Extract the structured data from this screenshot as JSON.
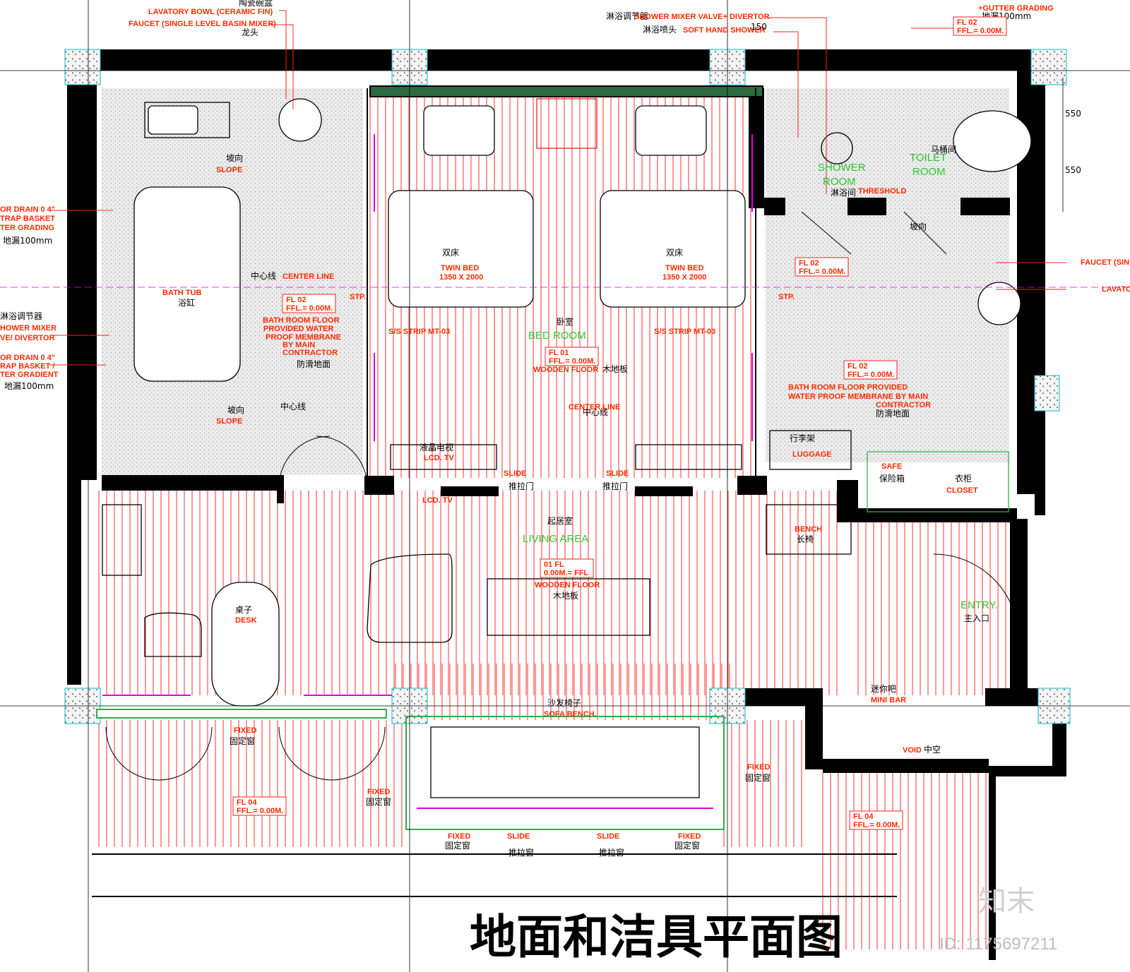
{
  "title": "地面和洁具平面图",
  "watermark": {
    "brand": "知末",
    "id": "ID: 1175697211"
  },
  "colors": {
    "wall": "#000000",
    "floor_line": "#ff2020",
    "label_red": "#ff2a00",
    "room_green": "#31c631",
    "curtain": "#e000e0",
    "tile": "#d9d9d9"
  },
  "labels_top": [
    {
      "id": "l1",
      "text": "陶瓷碗盆",
      "c": "blk"
    },
    {
      "id": "l2",
      "text": "LAVATORY BOWL (CERAMIC FIN)",
      "c": "red"
    },
    {
      "id": "l3",
      "text": "FAUCET (SINGLE LEVEL BASIN MIXER)",
      "c": "red"
    },
    {
      "id": "l4",
      "text": "龙头",
      "c": "blk"
    },
    {
      "id": "l5",
      "text": "淋浴调节器",
      "c": "blk"
    },
    {
      "id": "l6",
      "text": "SHOWER MIXER VALVE+ DIVERTOR",
      "c": "red"
    },
    {
      "id": "l7",
      "text": "淋浴喷头",
      "c": "blk"
    },
    {
      "id": "l8",
      "text": "SOFT HAND SHOWER",
      "c": "red"
    },
    {
      "id": "l9",
      "text": "150",
      "c": "blk"
    },
    {
      "id": "l10",
      "text": "地漏100mm",
      "c": "blk"
    },
    {
      "id": "l11",
      "text": "+GUTTER GRADING",
      "c": "red"
    }
  ],
  "labels_left": [
    {
      "id": "ll1",
      "text": "OR DRAIN 0 4\"",
      "c": "red"
    },
    {
      "id": "ll2",
      "text": "TRAP BASKET",
      "c": "red"
    },
    {
      "id": "ll3",
      "text": "TER GRADING",
      "c": "red"
    },
    {
      "id": "ll4",
      "text": "地漏100mm",
      "c": "blk"
    },
    {
      "id": "ll5",
      "text": "淋浴调节器",
      "c": "blk"
    },
    {
      "id": "ll6",
      "text": "HOWER MIXER",
      "c": "red"
    },
    {
      "id": "ll7",
      "text": "VE/ DIVERTOR",
      "c": "red"
    },
    {
      "id": "ll8",
      "text": "OR DRAIN 0 4\"",
      "c": "red"
    },
    {
      "id": "ll9",
      "text": "RAP BASKET /",
      "c": "red"
    },
    {
      "id": "ll10",
      "text": "TER GRADIENT",
      "c": "red"
    },
    {
      "id": "ll11",
      "text": "地漏100mm",
      "c": "blk"
    }
  ],
  "labels_right": [
    {
      "id": "lr1",
      "text": "FAUCET (SIN",
      "c": "red"
    },
    {
      "id": "lr2",
      "text": "LAVATO",
      "c": "red"
    },
    {
      "id": "lr3",
      "text": "550",
      "c": "blk"
    },
    {
      "id": "lr4",
      "text": "550",
      "c": "blk"
    }
  ],
  "rooms": [
    {
      "id": "r1",
      "text": "坡向",
      "c": "blk"
    },
    {
      "id": "r2",
      "text": "SLOPE",
      "c": "red"
    },
    {
      "id": "r3",
      "text": "BATH TUB",
      "c": "red"
    },
    {
      "id": "r4",
      "text": "浴缸",
      "c": "blk"
    },
    {
      "id": "r5",
      "text": "中心线",
      "c": "blk"
    },
    {
      "id": "r6",
      "text": "CENTER LINE",
      "c": "red"
    },
    {
      "id": "r7",
      "text": "BATH ROOM FLOOR",
      "c": "red"
    },
    {
      "id": "r8",
      "text": "PROVIDED WATER",
      "c": "red"
    },
    {
      "id": "r9",
      "text": "PROOF MEMBRANE",
      "c": "red"
    },
    {
      "id": "r10",
      "text": "BY MAIN",
      "c": "red"
    },
    {
      "id": "r11",
      "text": "CONTRACTOR",
      "c": "red"
    },
    {
      "id": "r12",
      "text": "防滑地面",
      "c": "blk"
    },
    {
      "id": "r13",
      "text": "坡向",
      "c": "blk"
    },
    {
      "id": "r14",
      "text": "中心线",
      "c": "blk"
    },
    {
      "id": "r15",
      "text": "SLOPE",
      "c": "red"
    },
    {
      "id": "r16",
      "text": "双床",
      "c": "blk"
    },
    {
      "id": "r17",
      "text": "TWIN BED",
      "c": "red"
    },
    {
      "id": "r18",
      "text": "1350 X 2000",
      "c": "red"
    },
    {
      "id": "r19",
      "text": "双床",
      "c": "blk"
    },
    {
      "id": "r20",
      "text": "TWIN BED",
      "c": "red"
    },
    {
      "id": "r21",
      "text": "1350 X 2000",
      "c": "red"
    },
    {
      "id": "r22",
      "text": "卧室",
      "c": "blk"
    },
    {
      "id": "r23",
      "text": "BED ROOM",
      "c": "grn"
    },
    {
      "id": "r24",
      "text": "S/S STRIP MT-03",
      "c": "red"
    },
    {
      "id": "r25",
      "text": "S/S STRIP MT-03",
      "c": "red"
    },
    {
      "id": "r26",
      "text": "WOODEN FLOOR",
      "c": "red"
    },
    {
      "id": "r27",
      "text": "木地板",
      "c": "blk"
    },
    {
      "id": "r28",
      "text": "中心线",
      "c": "blk"
    },
    {
      "id": "r29",
      "text": "CENTER LINE",
      "c": "red"
    },
    {
      "id": "r30",
      "text": "液晶电视",
      "c": "blk"
    },
    {
      "id": "r31",
      "text": "LCD. TV",
      "c": "red"
    },
    {
      "id": "r32",
      "text": "SLIDE",
      "c": "red"
    },
    {
      "id": "r33",
      "text": "推拉门",
      "c": "blk"
    },
    {
      "id": "r34",
      "text": "SLIDE",
      "c": "red"
    },
    {
      "id": "r35",
      "text": "推拉门",
      "c": "blk"
    },
    {
      "id": "r36",
      "text": "LCD. TV",
      "c": "red"
    },
    {
      "id": "r37",
      "text": "起居室",
      "c": "blk"
    },
    {
      "id": "r38",
      "text": "LIVING AREA",
      "c": "grn"
    },
    {
      "id": "r39",
      "text": "WOODEN FLOOR",
      "c": "red"
    },
    {
      "id": "r40",
      "text": "木地板",
      "c": "blk"
    },
    {
      "id": "r41",
      "text": "桌子",
      "c": "blk"
    },
    {
      "id": "r42",
      "text": "DESK",
      "c": "red"
    },
    {
      "id": "r43",
      "text": "SHOWER",
      "c": "grn"
    },
    {
      "id": "r44",
      "text": "ROOM",
      "c": "grn"
    },
    {
      "id": "r45",
      "text": "TOILET",
      "c": "grn"
    },
    {
      "id": "r46",
      "text": "ROOM",
      "c": "grn"
    },
    {
      "id": "r47",
      "text": "马桶间",
      "c": "blk"
    },
    {
      "id": "r48",
      "text": "淋浴间",
      "c": "blk"
    },
    {
      "id": "r49",
      "text": "THRESHOLD",
      "c": "red"
    },
    {
      "id": "r50",
      "text": "坡向",
      "c": "blk"
    },
    {
      "id": "r51",
      "text": "STP.",
      "c": "red"
    },
    {
      "id": "r52",
      "text": "STP.",
      "c": "red"
    },
    {
      "id": "r53",
      "text": "BATH ROOM FLOOR PROVIDED",
      "c": "red"
    },
    {
      "id": "r54",
      "text": "WATER PROOF MEMBRANE BY MAIN",
      "c": "red"
    },
    {
      "id": "r55",
      "text": "CONTRACTOR",
      "c": "red"
    },
    {
      "id": "r56",
      "text": "防滑地面",
      "c": "blk"
    },
    {
      "id": "r57",
      "text": "行李架",
      "c": "blk"
    },
    {
      "id": "r58",
      "text": "LUGGAGE",
      "c": "red"
    },
    {
      "id": "r59",
      "text": "SAFE",
      "c": "red"
    },
    {
      "id": "r60",
      "text": "保险箱",
      "c": "blk"
    },
    {
      "id": "r61",
      "text": "衣柜",
      "c": "blk"
    },
    {
      "id": "r62",
      "text": "CLOSET",
      "c": "red"
    },
    {
      "id": "r63",
      "text": "BENCH",
      "c": "red"
    },
    {
      "id": "r64",
      "text": "长椅",
      "c": "blk"
    },
    {
      "id": "r65",
      "text": "ENTRY.",
      "c": "grn"
    },
    {
      "id": "r66",
      "text": "主入口",
      "c": "blk"
    },
    {
      "id": "r67",
      "text": "迷你吧",
      "c": "blk"
    },
    {
      "id": "r68",
      "text": "MINI BAR",
      "c": "red"
    },
    {
      "id": "r69",
      "text": "VOID",
      "c": "red"
    },
    {
      "id": "r70",
      "text": "中空",
      "c": "blk"
    },
    {
      "id": "r71",
      "text": "沙发椅子",
      "c": "blk"
    },
    {
      "id": "r72",
      "text": "SOFA BENCH.",
      "c": "red"
    },
    {
      "id": "r73",
      "text": "FIXED",
      "c": "red"
    },
    {
      "id": "r74",
      "text": "固定窗",
      "c": "blk"
    },
    {
      "id": "r75",
      "text": "FIXED",
      "c": "red"
    },
    {
      "id": "r76",
      "text": "固定窗",
      "c": "blk"
    },
    {
      "id": "r77",
      "text": "FIXED",
      "c": "red"
    },
    {
      "id": "r78",
      "text": "固定窗",
      "c": "blk"
    },
    {
      "id": "r79",
      "text": "FIXED",
      "c": "red"
    },
    {
      "id": "r80",
      "text": "固定窗",
      "c": "blk"
    },
    {
      "id": "r81",
      "text": "SLIDE",
      "c": "red"
    },
    {
      "id": "r82",
      "text": "推拉窗",
      "c": "blk"
    },
    {
      "id": "r83",
      "text": "SLIDE",
      "c": "red"
    },
    {
      "id": "r84",
      "text": "推拉窗",
      "c": "blk"
    },
    {
      "id": "r85",
      "text": "FIXED",
      "c": "red"
    },
    {
      "id": "r86",
      "text": "固定窗",
      "c": "blk"
    }
  ],
  "floor_tags": [
    {
      "id": "t1",
      "top": "FL  02",
      "bottom": "FFL.= 0.00M."
    },
    {
      "id": "t2",
      "top": "FL  02",
      "bottom": "FFL.= 0.00M."
    },
    {
      "id": "t3",
      "top": "FL  01",
      "bottom": "FFL.= 0.00M."
    },
    {
      "id": "t4",
      "top": "FL  02",
      "bottom": "FFL.= 0.00M."
    },
    {
      "id": "t5",
      "top": "FL  02",
      "bottom": "FFL.= 0.00M."
    },
    {
      "id": "t6",
      "top": "01  FL",
      "bottom": "0.00M.= FFL"
    },
    {
      "id": "t7",
      "top": "FL  04",
      "bottom": "FFL.= 0.00M."
    },
    {
      "id": "t8",
      "top": "FL  04",
      "bottom": "FFL.= 0.00M."
    }
  ]
}
